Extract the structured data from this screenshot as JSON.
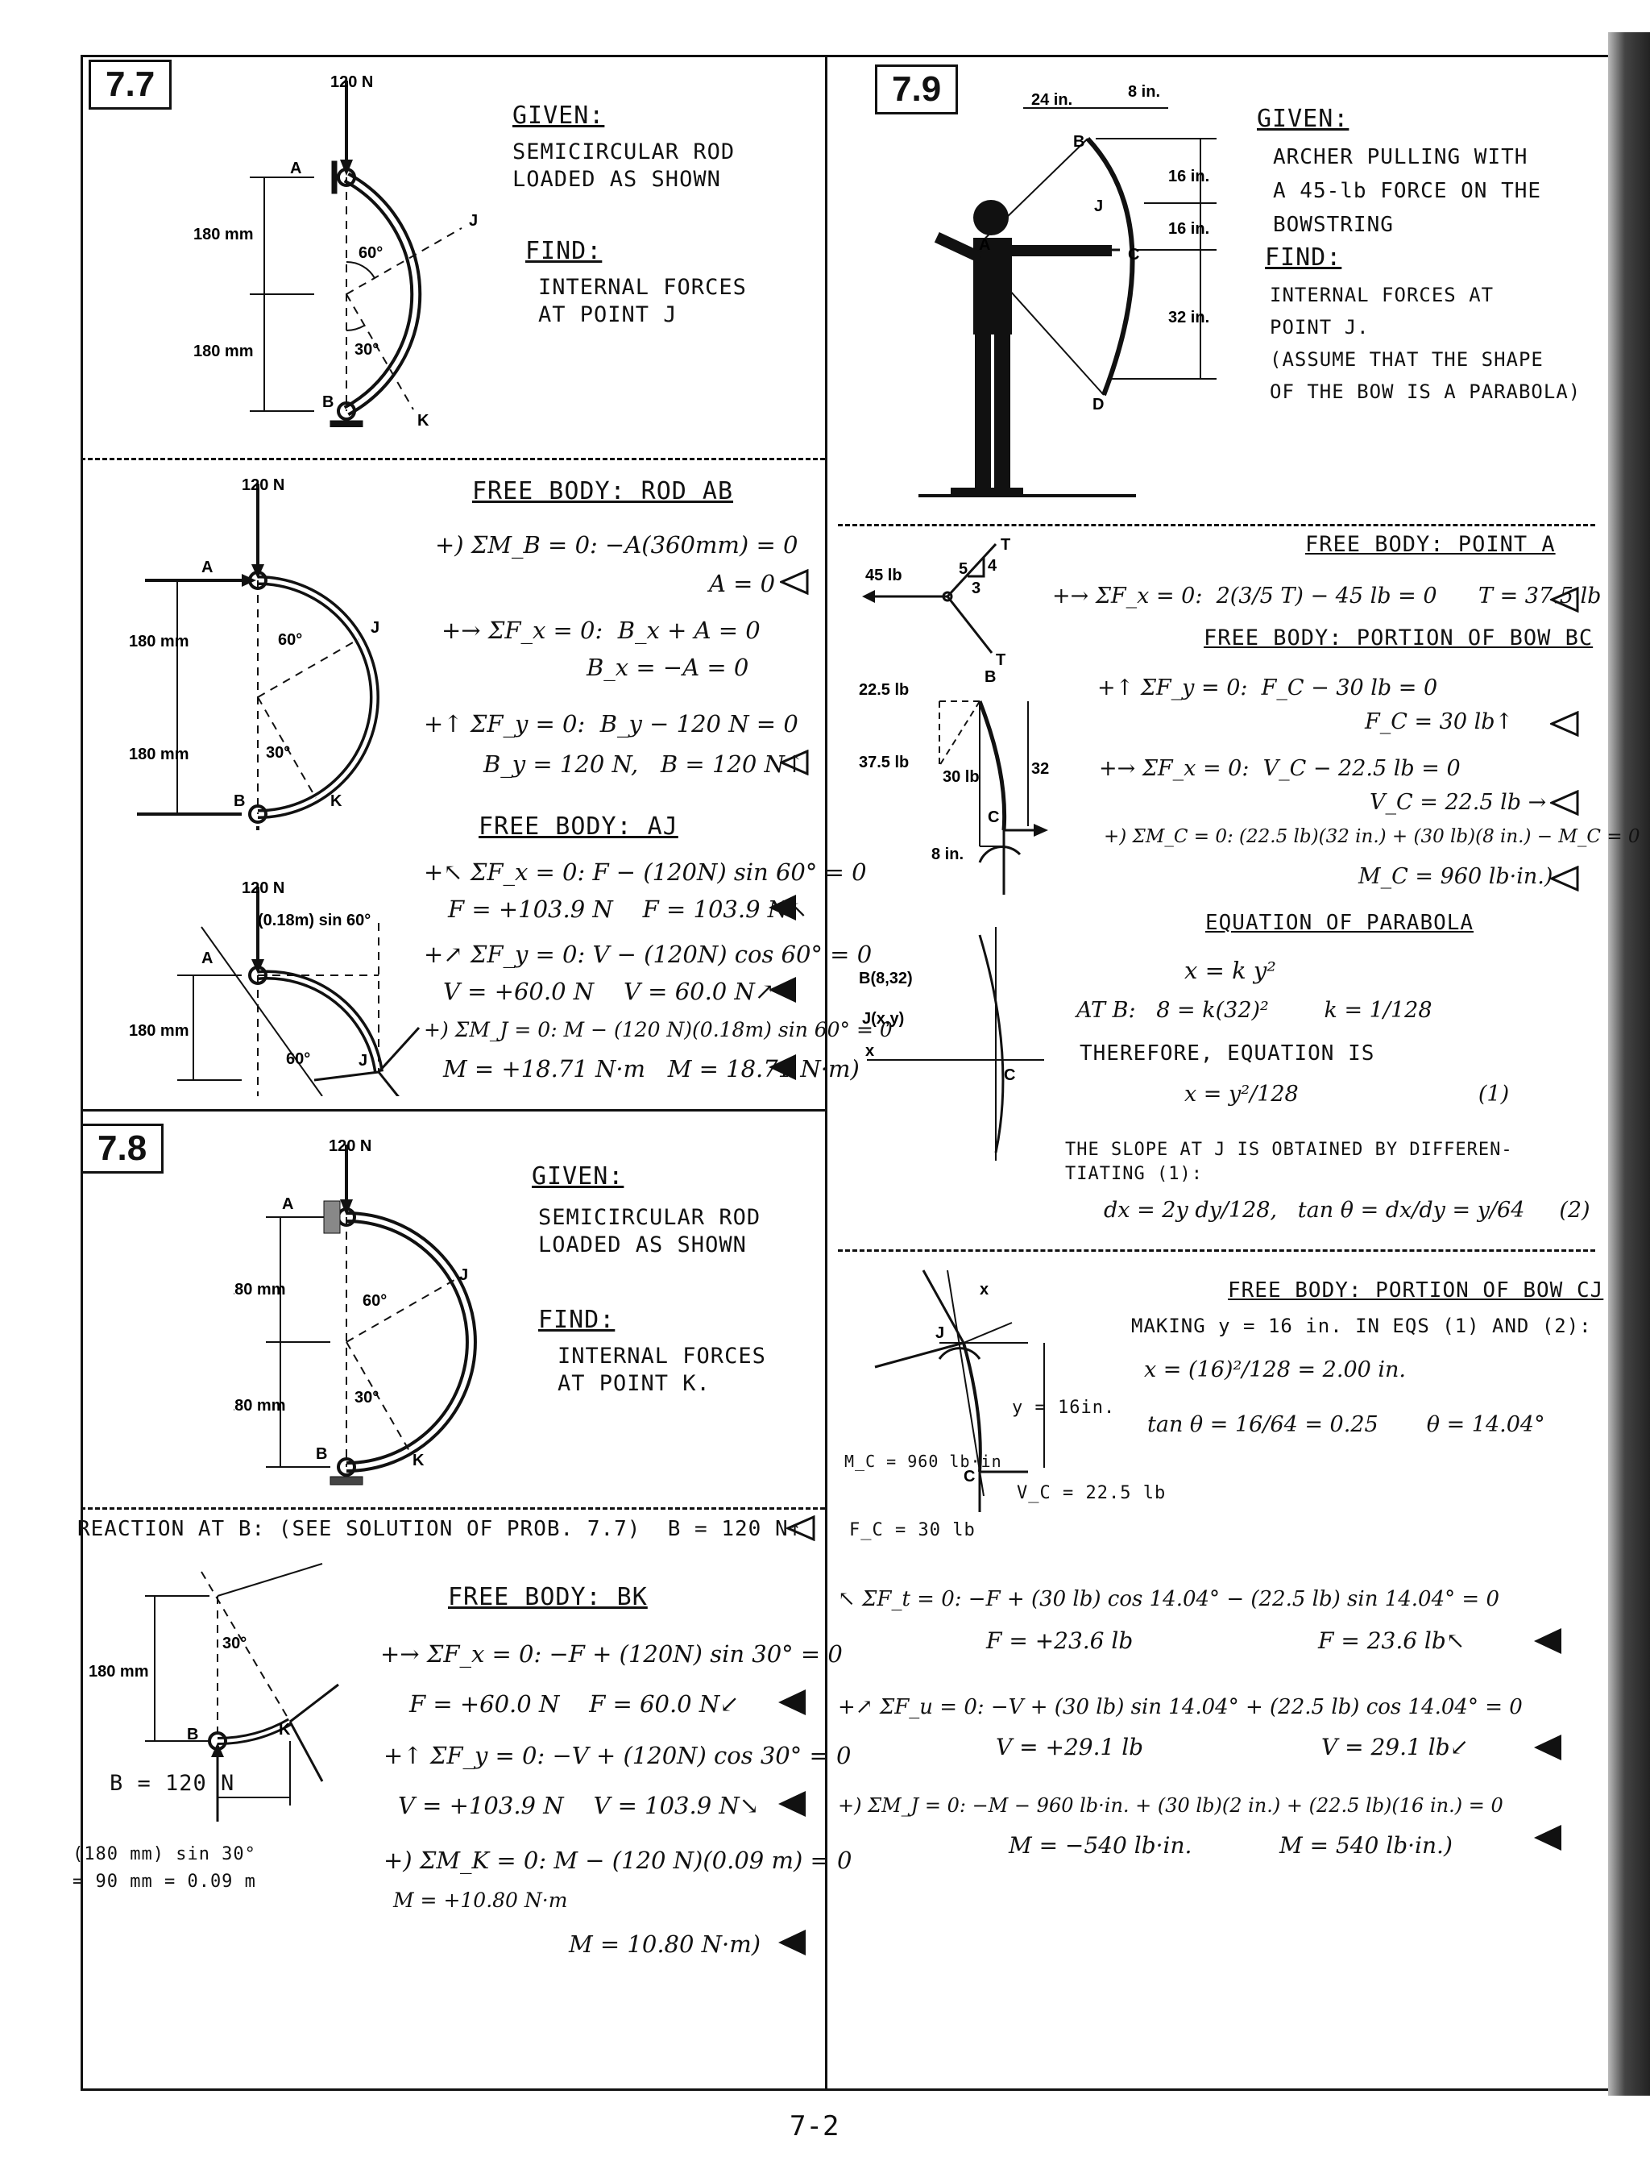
{
  "page_number": "7-2",
  "p77": {
    "tag": "7.7",
    "given_h": "GIVEN:",
    "given_t": "SEMICIRCULAR ROD\nLOADED AS SHOWN",
    "find_h": "FIND:",
    "find_t": "INTERNAL FORCES\nAT POINT J",
    "fig": {
      "load": "120 N",
      "dim": "180 mm",
      "ang1": "60°",
      "ang2": "30°",
      "A": "A",
      "B": "B",
      "J": "J",
      "K": "K"
    },
    "fb_ab_h": "FREE BODY: ROD AB",
    "fb_ab": [
      "+) ΣM_B = 0: −A(360mm) = 0",
      "A = 0",
      "+→ ΣF_x = 0:  B_x + A = 0",
      "B_x = −A = 0",
      "+↑ ΣF_y = 0:  B_y − 120 N = 0",
      "B_y = 120 N,   B = 120 N↑"
    ],
    "fb_aj_h": "FREE BODY: AJ",
    "fb_aj": [
      "+↖ ΣF_x = 0: F − (120N) sin 60° = 0",
      "F = +103.9 N    F = 103.9 N↖",
      "+↗ ΣF_y = 0: V − (120N) cos 60° = 0",
      "V = +60.0 N    V = 60.0 N↗",
      "+) ΣM_J = 0: M − (120 N)(0.18m) sin 60° = 0",
      "M = +18.71 N·m   M = 18.71 N·m)"
    ],
    "fig_aj": "(0.18m) sin 60°"
  },
  "p78": {
    "tag": "7.8",
    "given_h": "GIVEN:",
    "given_t": "SEMICIRCULAR ROD\nLOADED AS SHOWN",
    "find_h": "FIND:",
    "find_t": "INTERNAL FORCES\nAT POINT K.",
    "reaction": "REACTION AT B: (SEE SOLUTION OF PROB. 7.7)  B = 120 N↑",
    "fb_bk_h": "FREE BODY: BK",
    "fb_bk": [
      "+→ ΣF_x = 0: −F + (120N) sin 30° = 0",
      "F = +60.0 N    F = 60.0 N↙",
      "+↑ ΣF_y = 0: −V + (120N) cos 30° = 0",
      "V = +103.9 N    V = 103.9 N↘",
      "+) ΣM_K = 0: M − (120 N)(0.09 m) = 0",
      "M = +10.80 N·m",
      "M = 10.80 N·m)"
    ],
    "fig_bk": [
      "B = 120 N",
      "(180 mm) sin 30°",
      "= 90 mm = 0.09 m"
    ]
  },
  "p79": {
    "tag": "7.9",
    "given_h": "GIVEN:",
    "given_t": "ARCHER PULLING WITH\nA 45-lb FORCE ON THE\nBOWSTRING",
    "find_h": "FIND:",
    "find_t": "INTERNAL FORCES AT\nPOINT J.\n(ASSUME THAT THE SHAPE\nOF THE BOW IS A PARABOLA)",
    "fig": {
      "d1": "24 in.",
      "d2": "8 in.",
      "d3": "16 in.",
      "d4": "16 in.",
      "d5": "32 in.",
      "A": "A",
      "B": "B",
      "C": "C",
      "D": "D",
      "J": "J"
    },
    "fb_a_h": "FREE BODY: POINT A",
    "fb_a": "+→ ΣF_x = 0:  2(3/5 T) − 45 lb = 0      T = 37.5 lb",
    "fb_bc_h": "FREE BODY: PORTION OF BOW BC",
    "fb_bc": [
      "+↑ ΣF_y = 0:  F_C − 30 lb = 0",
      "F_C = 30 lb↑",
      "+→ ΣF_x = 0:  V_C − 22.5 lb = 0",
      "V_C = 22.5 lb →",
      "+) ΣM_C = 0: (22.5 lb)(32 in.) + (30 lb)(8 in.) − M_C = 0",
      "M_C = 960 lb·in.)"
    ],
    "fig_a": {
      "f": "45 lb",
      "t": "T",
      "n5": "5",
      "n4": "4",
      "n3": "3"
    },
    "fig_bc": {
      "a": "22.5 lb",
      "b": "37.5 lb",
      "c": "30 lb",
      "d": "32 in.",
      "e": "8 in."
    },
    "par_h": "EQUATION OF PARABOLA",
    "par": [
      "x = k y²",
      "AT B:   8 = k(32)²        k = 1/128",
      "THEREFORE, EQUATION IS",
      "x = y²/128                          (1)",
      "THE SLOPE AT J IS OBTAINED BY DIFFEREN-",
      "TIATING (1):",
      "dx = 2y dy/128,   tan θ = dx/dy = y/64     (2)"
    ],
    "fig_par": {
      "b": "B(8,32)",
      "j": "J(x,y)",
      "x": "x",
      "c": "C"
    },
    "fb_cj_h": "FREE BODY: PORTION OF BOW CJ",
    "fb_cj": [
      "MAKING y = 16 in. IN EQS (1) AND (2):",
      "x = (16)²/128 = 2.00 in.",
      "tan θ = 16/64 = 0.25       θ = 14.04°"
    ],
    "fig_cj": {
      "y": "y = 16in.",
      "m": "M_C = 960 lb·in",
      "v": "V_C = 22.5 lb",
      "f": "F_C = 30 lb"
    },
    "final": [
      "↖ ΣF_t = 0: −F + (30 lb) cos 14.04° − (22.5 lb) sin 14.04° = 0",
      "F = +23.6 lb",
      "F = 23.6 lb↖",
      "+↗ ΣF_u = 0: −V + (30 lb) sin 14.04° + (22.5 lb) cos 14.04° = 0",
      "V = +29.1 lb",
      "V = 29.1 lb↙",
      "+) ΣM_J = 0: −M − 960 lb·in. + (30 lb)(2 in.) + (22.5 lb)(16 in.) = 0",
      "M = −540 lb·in.",
      "M = 540 lb·in.)"
    ]
  }
}
